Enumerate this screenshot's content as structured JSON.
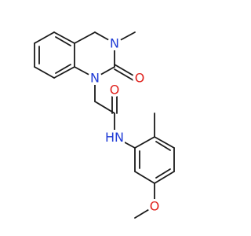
{
  "molecule": {
    "atoms": {
      "n1": {
        "symbol": "N",
        "color": "#1f3bd6"
      },
      "n3": {
        "symbol": "N",
        "color": "#1f3bd6"
      },
      "o2": {
        "symbol": "O",
        "color": "#e0201b"
      },
      "nh": {
        "symbol": "NH",
        "label": "N",
        "h": "H",
        "color": "#1f3bd6"
      },
      "o_amide": {
        "symbol": "O",
        "color": "#e0201b"
      },
      "o_ether": {
        "symbol": "O",
        "color": "#e0201b"
      }
    },
    "bond_color": "#1a1a1a"
  }
}
